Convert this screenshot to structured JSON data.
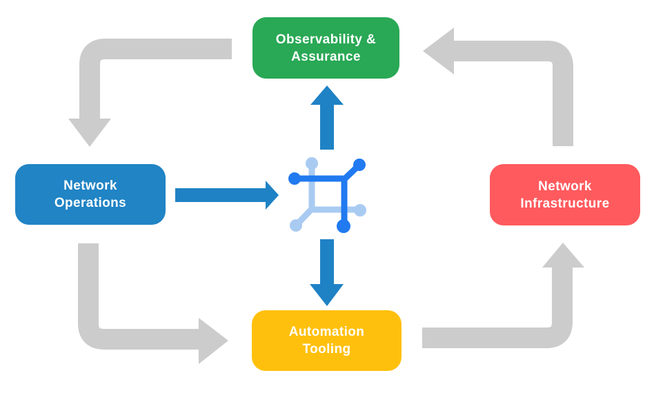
{
  "diagram": {
    "type": "cycle-flow-diagram",
    "background_color": "#FFFFFF",
    "nodes": {
      "observability": {
        "line1": "Observability &",
        "line2": "Assurance",
        "color": "#29A855",
        "text_color": "#FFFFFF"
      },
      "operations": {
        "line1": "Network",
        "line2": "Operations",
        "color": "#2084C5",
        "text_color": "#FFFFFF"
      },
      "infrastructure": {
        "line1": "Network",
        "line2": "Infrastructure",
        "color": "#FF5A5E",
        "text_color": "#FFFFFF"
      },
      "automation": {
        "line1": "Automation",
        "line2": "Tooling",
        "color": "#FFC00D",
        "text_color": "#FFFFFF"
      }
    },
    "arrows": {
      "gray_color": "#CCCCCC",
      "blue_color": "#1F82C5",
      "flows": [
        "Observability & Assurance -> Network Operations (gray, down-left)",
        "Network Operations -> Automation Tooling (gray, down-right)",
        "Automation Tooling -> Network Infrastructure (gray, right-up)",
        "Network Infrastructure -> Observability & Assurance (gray, up-left)",
        "Network Operations -> center network icon (blue, right)",
        "center network icon -> Observability & Assurance (blue, up)",
        "center network icon -> Automation Tooling (blue, down)"
      ]
    },
    "center_icon": {
      "name": "network-mesh-icon",
      "dark_color": "#217AF0",
      "light_color": "#A9CBF2"
    }
  }
}
